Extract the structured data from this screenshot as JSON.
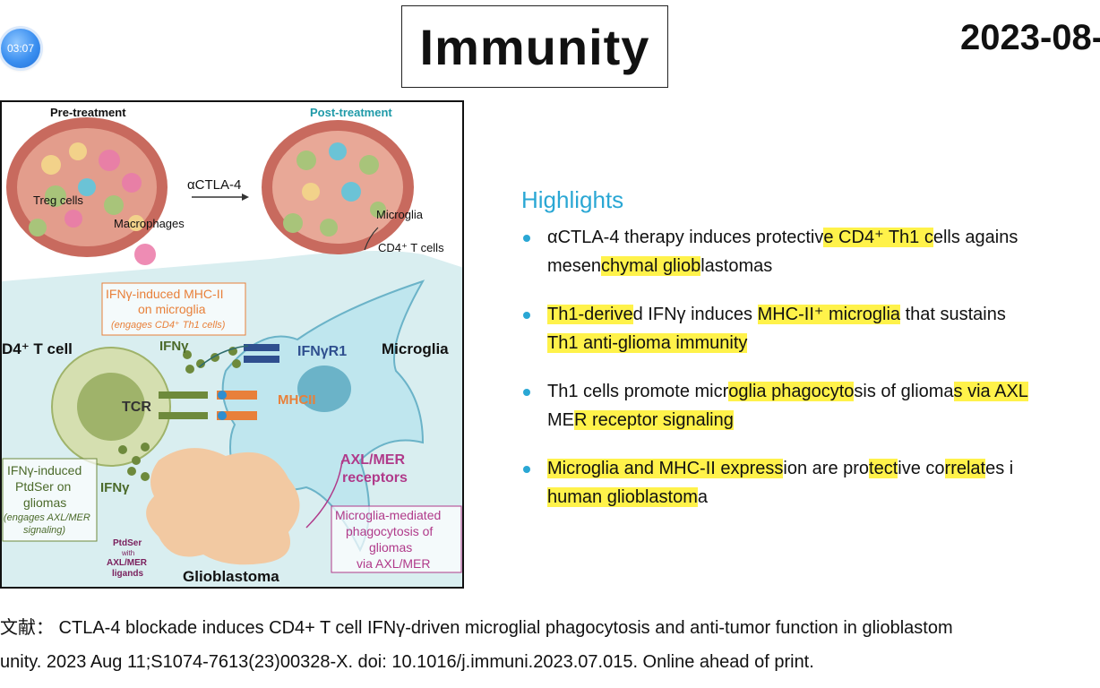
{
  "timer": "03:07",
  "slide": {
    "title": "Immunity",
    "date": "2023-08-"
  },
  "figure": {
    "pre_treatment": "Pre-treatment",
    "post_treatment": "Post-treatment",
    "treatment_arrow": "αCTLA-4",
    "treg_cells": "Treg cells",
    "macrophages": "Macrophages",
    "microglia_small": "Microglia",
    "cd4_t_cells": "CD4⁺ T cells",
    "box_mhc_line1": "IFNγ-induced MHC-II",
    "box_mhc_line2": "on microglia",
    "box_mhc_line3": "(engages CD4⁺ Th1 cells)",
    "cd4_t_cell": "D4⁺ T cell",
    "ifng_top": "IFNγ",
    "ifngr1": "IFNγR1",
    "microglia": "Microglia",
    "tcr": "TCR",
    "mhcii": "MHCII",
    "axl_mer_line1": "AXL/MER",
    "axl_mer_line2": "receptors",
    "box_ptd_line1": "IFNγ-induced",
    "box_ptd_line2": "PtdSer on",
    "box_ptd_line3": "gliomas",
    "box_ptd_line4": "(engages AXL/MER",
    "box_ptd_line5": "signaling)",
    "ifng_bottom": "IFNγ",
    "box_phago_line1": "Microglia-mediated",
    "box_phago_line2": "phagocytosis of",
    "box_phago_line3": "gliomas",
    "box_phago_line4": "via AXL/MER",
    "ptdser_line1": "PtdSer",
    "ptdser_line2": "with",
    "ptdser_line3": "AXL/MER",
    "ptdser_line4": "ligands",
    "glioblastoma": "Glioblastoma"
  },
  "highlights": {
    "title": "Highlights",
    "h1": {
      "l1a": "αCTLA-4 therapy induces protectiv",
      "l1b": "e CD4⁺ Th1 c",
      "l1c": "ells agains",
      "l2a": "mesen",
      "l2b": "chymal gliob",
      "l2c": "lastomas"
    },
    "h2": {
      "l1a": "Th1-derive",
      "l1b": "d IFNγ induces ",
      "l1c": "MHC-II⁺ microglia",
      "l1d": " that sustains",
      "l2a": "Th1 anti-glioma immunity"
    },
    "h3": {
      "l1a": "Th1 cells promote micr",
      "l1b": "oglia phagocyto",
      "l1c": "sis of glioma",
      "l1d": "s via AXL",
      "l2a": "ME",
      "l2b": "R receptor signaling"
    },
    "h4": {
      "l1a": "Microglia and MHC-II express",
      "l1b": "ion are pro",
      "l1c": "tect",
      "l1d": "ive co",
      "l1e": "rrelat",
      "l1f": "es i",
      "l2a": "human glioblastom",
      "l2b": "a"
    }
  },
  "citation": {
    "line1": "文献：  CTLA-4 blockade induces CD4+ T cell IFNγ-driven microglial phagocytosis and anti-tumor function in glioblastom",
    "line2": "unity. 2023 Aug 11;S1074-7613(23)00328-X. doi: 10.1016/j.immuni.2023.07.015. Online ahead of print."
  }
}
